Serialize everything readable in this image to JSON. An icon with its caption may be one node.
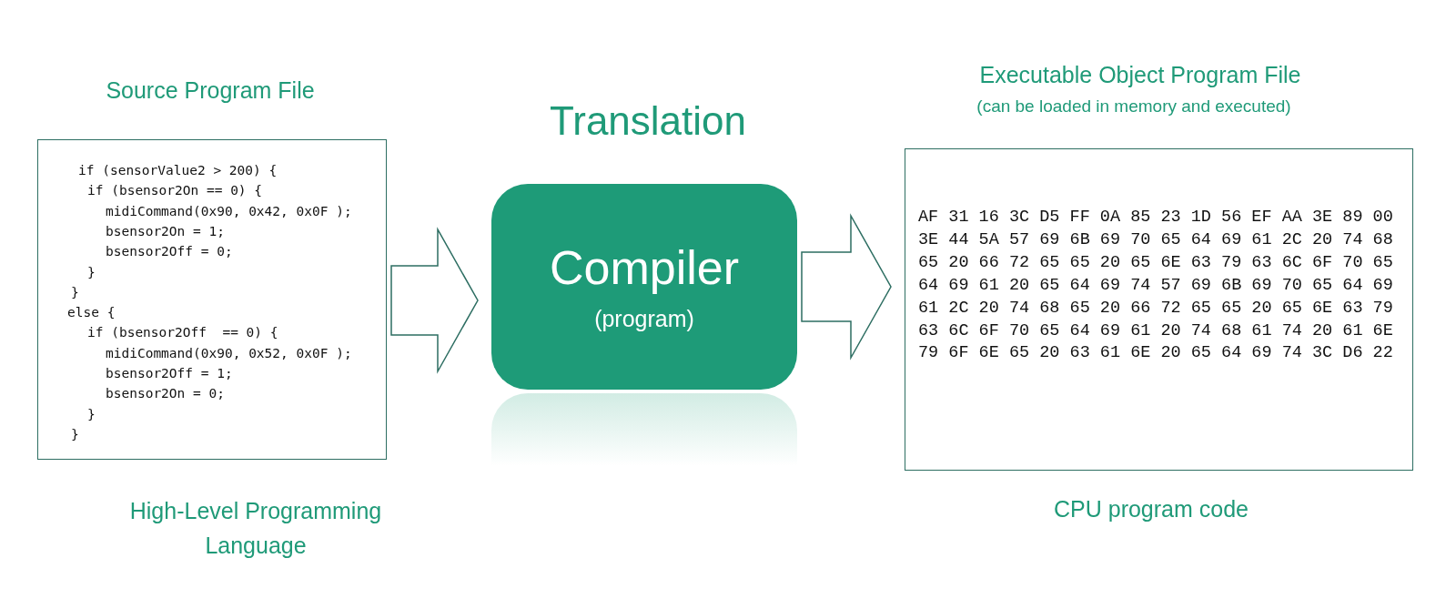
{
  "diagram": {
    "title": "Translation",
    "nodes": [
      {
        "text": [
          "Source Program File",
          "if (sensorValue2 > 200) {",
          "if (bsensor2On == 0) {",
          "midiCommand(0x90, 0x42, 0x0F );",
          "bsensor2On = 1;",
          "bsensor2Off = 0;",
          "}",
          "}",
          "else {",
          "if (bsensor2Off  == 0) {",
          "midiCommand(0x90, 0x52, 0x0F );",
          "bsensor2Off = 1;",
          "bsensor2On = 0;",
          "}",
          "}"
        ],
        "beside": [
          "High-Level Programming Language"
        ]
      },
      {
        "text": [
          "Compiler",
          "(program)"
        ]
      },
      {
        "text": [
          "Executable Object Program File",
          "(can be loaded in memory and executed)",
          "AF 31 16 3C D5 FF 0A 85 23 1D 56 EF AA 3E 89 00",
          "3E 44 5A 57 69 6B 69 70 65 64 69 61 2C 20 74 68",
          "65 20 66 72 65 65 20 65 6E 63 79 63 6C 6F 70 65",
          "64 69 61 20 65 64 69 74 57 69 6B 69 70 65 64 69",
          "61 2C 20 74 68 65 20 66 72 65 65 20 65 6E 63 79",
          "63 6C 6F 70 65 64 69 61 20 74 68 61 74 20 61 6E",
          "79 6F 6E 65 20 63 61 6E 20 65 64 69 74 3C D6 22"
        ],
        "beside": [
          "CPU program code"
        ]
      }
    ],
    "edges": [
      {
        "from": 0,
        "to": 1,
        "arrow": "to"
      },
      {
        "from": 1,
        "to": 2,
        "arrow": "to"
      }
    ]
  }
}
